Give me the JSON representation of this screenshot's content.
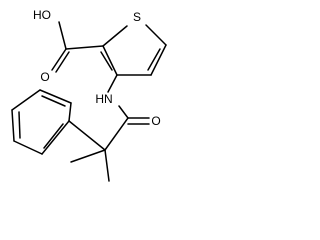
{
  "molecule": {
    "atom_labels": {
      "hydroxyl": "HO",
      "carbonyl_oxygen_acid": "O",
      "sulfur": "S",
      "amide_nitrogen": "HN",
      "carbonyl_oxygen_amide": "O"
    },
    "colors": {
      "bond": "#000000",
      "label": "#000000",
      "background": "#ffffff"
    }
  }
}
